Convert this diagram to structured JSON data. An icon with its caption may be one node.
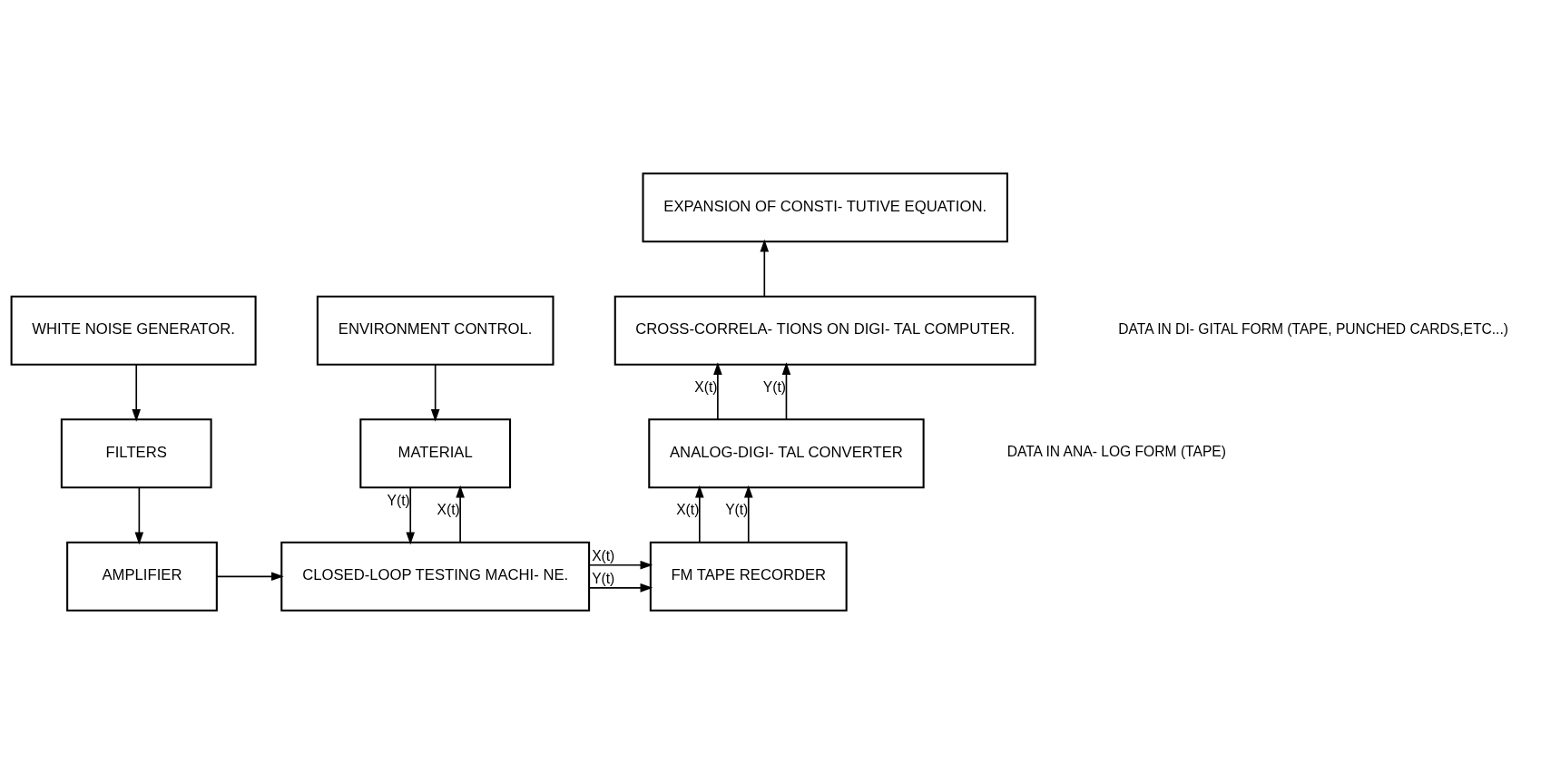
{
  "diagram": {
    "nodes": [
      {
        "text": [
          "WHITE NOISE GENERATOR."
        ]
      },
      {
        "text": [
          "FILTERS"
        ]
      },
      {
        "text": [
          "AMPLIFIER"
        ]
      },
      {
        "text": [
          "ENVIRONMENT CONTROL."
        ]
      },
      {
        "text": [
          "MATERIAL"
        ]
      },
      {
        "text": [
          "CLOSED-LOOP TESTING MACHI- NE."
        ]
      },
      {
        "text": [
          "FM TAPE RECORDER"
        ]
      },
      {
        "text": [
          "ANALOG-DIGI- TAL CONVERTER"
        ]
      },
      {
        "text": [
          "CROSS-CORRELA- TIONS ON DIGI- TAL COMPUTER."
        ]
      },
      {
        "text": [
          "EXPANSION OF CONSTI- TUTIVE EQUATION."
        ]
      }
    ],
    "edges": [
      {
        "from": 0,
        "to": 1,
        "arrow": "to"
      },
      {
        "from": 1,
        "to": 2,
        "arrow": "to"
      },
      {
        "from": 2,
        "to": 5,
        "arrow": "to"
      },
      {
        "from": 3,
        "to": 4,
        "arrow": "to"
      },
      {
        "from": 5,
        "to": 4,
        "arrow": "to",
        "label": "X(t)"
      },
      {
        "from": 4,
        "to": 5,
        "arrow": "to",
        "label": "Y(t)"
      },
      {
        "from": 5,
        "to": 6,
        "arrow": "to",
        "label": "X(t)"
      },
      {
        "from": 5,
        "to": 6,
        "arrow": "to",
        "label": "Y(t)"
      },
      {
        "from": 6,
        "to": 7,
        "arrow": "to",
        "label": "X(t)"
      },
      {
        "from": 6,
        "to": 7,
        "arrow": "to",
        "label": "Y(t)"
      },
      {
        "from": 7,
        "to": 8,
        "arrow": "to",
        "label": "X(t)"
      },
      {
        "from": 7,
        "to": 8,
        "arrow": "to",
        "label": "Y(t)"
      },
      {
        "from": 8,
        "to": 9,
        "arrow": "to"
      }
    ],
    "labels": [
      "DATA IN DI- GITAL FORM (TAPE, PUNCHED CARDS,ETC...)",
      "DATA IN ANA- LOG FORM (TAPE)"
    ]
  }
}
